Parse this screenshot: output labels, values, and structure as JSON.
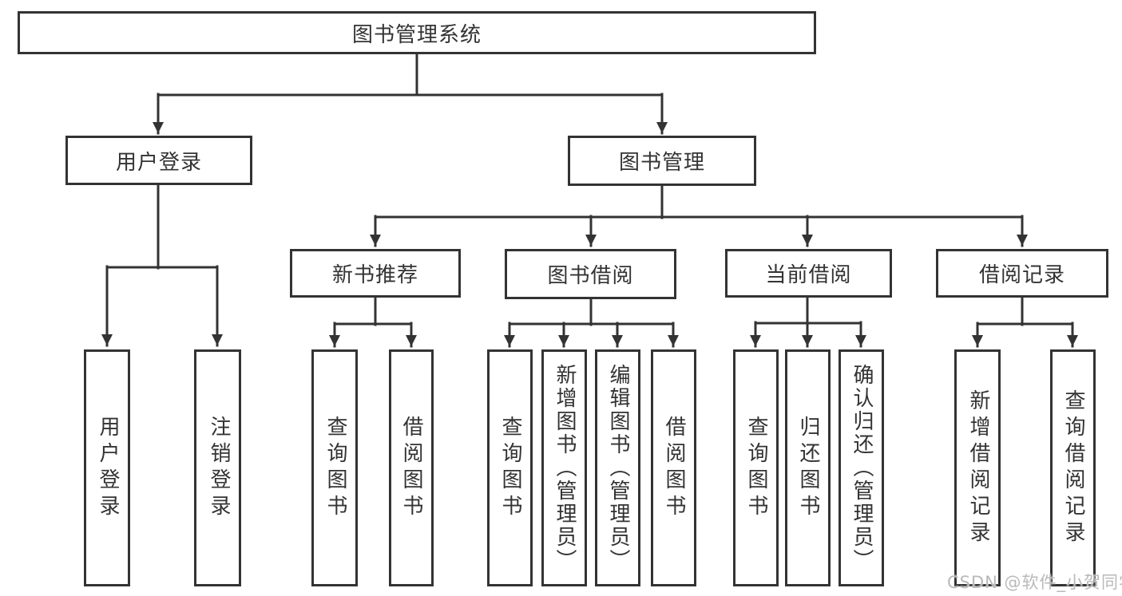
{
  "colors": {
    "line": "#333333",
    "text": "#333333",
    "box_background": "#ffffff",
    "page_background": "#ffffff",
    "watermark_text": "#b9b9b9"
  },
  "diagram": {
    "type": "tree",
    "root": "图书管理系统",
    "branches": [
      {
        "label": "用户登录",
        "children": [
          "用户登录",
          "注销登录"
        ]
      },
      {
        "label": "图书管理",
        "children": [
          {
            "label": "新书推荐",
            "children": [
              "查询图书",
              "借阅图书"
            ]
          },
          {
            "label": "图书借阅",
            "children": [
              "查询图书",
              "新增图书（管理员）",
              "编辑图书（管理员）",
              "借阅图书"
            ]
          },
          {
            "label": "当前借阅",
            "children": [
              "查询图书",
              "归还图书",
              "确认归还（管理员）"
            ]
          },
          {
            "label": "借阅记录",
            "children": [
              "新增借阅记录",
              "查询借阅记录"
            ]
          }
        ]
      }
    ]
  },
  "watermark": {
    "text": "CSDN @软件_小贺同学"
  }
}
